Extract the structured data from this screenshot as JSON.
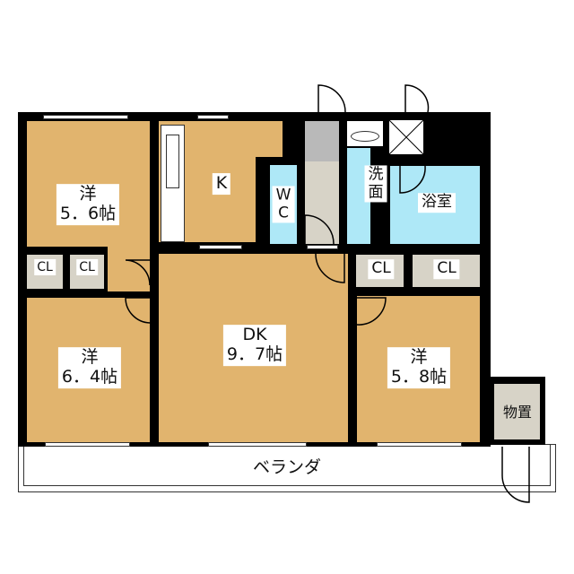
{
  "rooms": {
    "western_1": {
      "type": "洋",
      "size": "5．6帖"
    },
    "kitchen": {
      "label": "K"
    },
    "wc": {
      "line1": "W",
      "line2": "C"
    },
    "washroom": {
      "line1": "洗",
      "line2": "面"
    },
    "bathroom": {
      "label": "浴室"
    },
    "dk": {
      "type": "DK",
      "size": "9．7帖"
    },
    "western_2": {
      "type": "洋",
      "size": "6．4帖"
    },
    "western_3": {
      "type": "洋",
      "size": "5．8帖"
    },
    "closet": {
      "label": "CL"
    },
    "storage": {
      "label": "物置"
    },
    "veranda": {
      "label": "ベランダ"
    }
  },
  "colors": {
    "room": "#e1b46e",
    "wet": "#aee8f7",
    "closet": "#d7d3c7",
    "wall": "#000000"
  }
}
